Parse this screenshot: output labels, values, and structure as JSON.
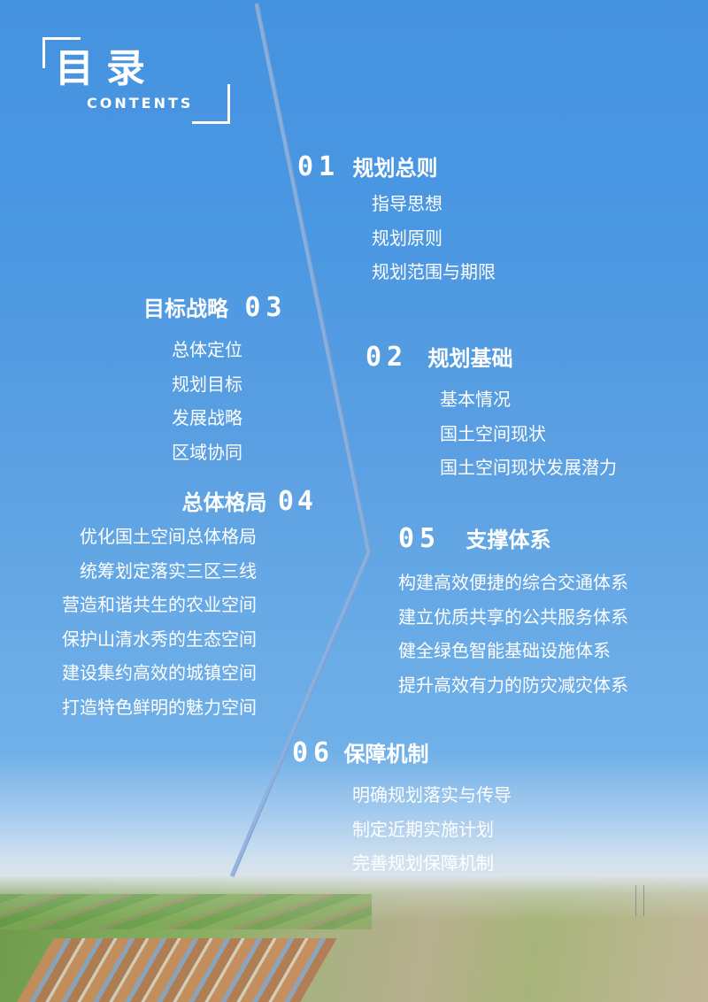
{
  "header": {
    "title": "目录",
    "subtitle": "CONTENTS"
  },
  "colors": {
    "background_top": "#4592e0",
    "background_mid": "#68aae6",
    "divider_line": "#8fb0dc",
    "text": "#ffffff"
  },
  "sections": [
    {
      "number": "01",
      "title": "规划总则",
      "items": [
        "指导思想",
        "规划原则",
        "规划范围与期限"
      ]
    },
    {
      "number": "02",
      "title": "规划基础",
      "items": [
        "基本情况",
        "国土空间现状",
        "国土空间现状发展潜力"
      ]
    },
    {
      "number": "03",
      "title": "目标战略",
      "items": [
        "总体定位",
        "规划目标",
        "发展战略",
        "区域协同"
      ]
    },
    {
      "number": "04",
      "title": "总体格局",
      "items": [
        "优化国土空间总体格局",
        "统筹划定落实三区三线",
        "营造和谐共生的农业空间",
        "保护山清水秀的生态空间",
        "建设集约高效的城镇空间",
        "打造特色鲜明的魅力空间"
      ]
    },
    {
      "number": "05",
      "title": "支撑体系",
      "items": [
        "构建高效便捷的综合交通体系",
        "建立优质共享的公共服务体系",
        "健全绿色智能基础设施体系",
        "提升高效有力的防灾减灾体系"
      ]
    },
    {
      "number": "06",
      "title": "保障机制",
      "items": [
        "明确规划落实与传导",
        "制定近期实施计划",
        "完善规划保障机制"
      ]
    }
  ]
}
